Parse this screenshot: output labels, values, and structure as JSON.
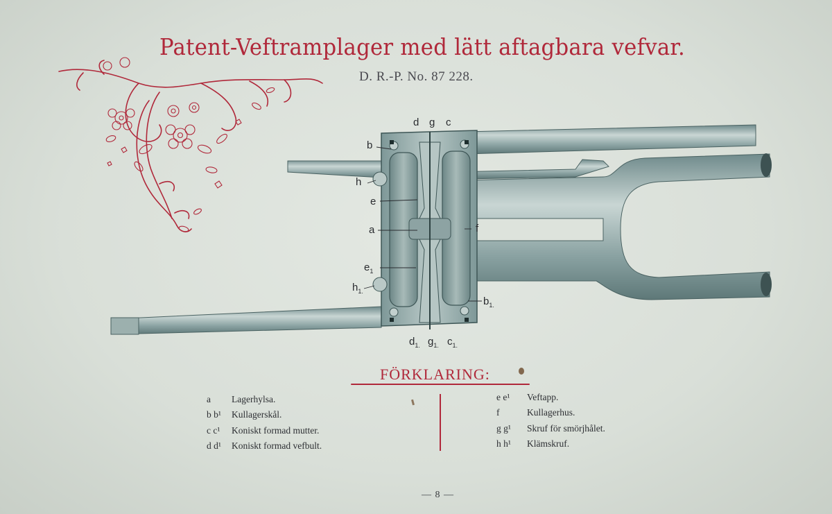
{
  "header": {
    "title": "Patent-Veftramplager med lätt aftagbara vefvar.",
    "subtitle": "D. R.-P. No. 87 228."
  },
  "figure": {
    "callouts": {
      "d": "d",
      "g": "g",
      "c": "c",
      "b": "b",
      "h": "h",
      "e": "e",
      "a": "a",
      "f": "f",
      "e1": "e",
      "h1": "h",
      "b1": "b",
      "d1": "d",
      "g1": "g",
      "c1": "c",
      "sub_e1": "1",
      "sub_h1": "1.",
      "sub_b1": "1.",
      "sub_d1": "1.",
      "sub_g1": "1.",
      "sub_c1": "1."
    }
  },
  "legend": {
    "title": "FÖRKLARING:",
    "left": [
      {
        "key": "a",
        "text": "Lagerhylsa."
      },
      {
        "key": "b b¹",
        "text": "Kullagerskål."
      },
      {
        "key": "c c¹",
        "text": "Koniskt formad mutter."
      },
      {
        "key": "d d¹",
        "text": "Koniskt formad vefbult."
      }
    ],
    "right": [
      {
        "key": "e e¹",
        "text": "Veftapp."
      },
      {
        "key": "f",
        "text": "Kullagerhus."
      },
      {
        "key": "g g¹",
        "text": "Skruf för smörjhålet."
      },
      {
        "key": "h h¹",
        "text": "Klämskruf."
      }
    ]
  },
  "footer": {
    "page_number": "— 8 —"
  },
  "colors": {
    "accent_red": "#b0283a",
    "metal": "#8fa6a6",
    "paper": "#dde3dc"
  }
}
